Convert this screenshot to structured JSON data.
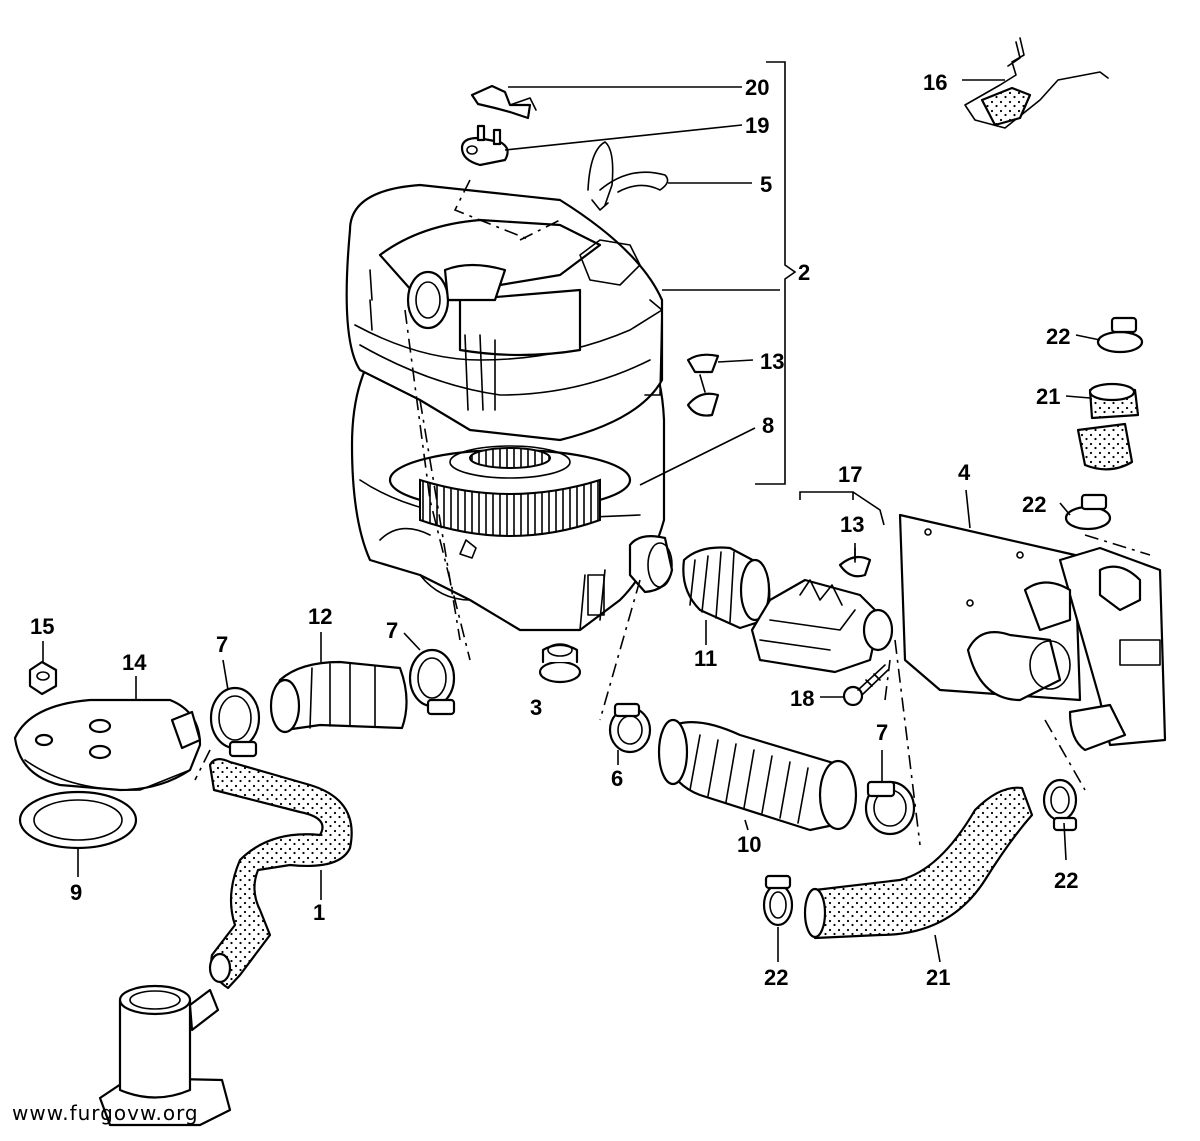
{
  "watermark": "www.furgovw.org",
  "labels": {
    "l1": "1",
    "l2": "2",
    "l3": "3",
    "l4": "4",
    "l5": "5",
    "l6": "6",
    "l7a": "7",
    "l7b": "7",
    "l7c": "7",
    "l8": "8",
    "l9": "9",
    "l10": "10",
    "l11": "11",
    "l12": "12",
    "l13a": "13",
    "l13b": "13",
    "l14": "14",
    "l15": "15",
    "l16": "16",
    "l17": "17",
    "l18": "18",
    "l19": "19",
    "l20": "20",
    "l21a": "21",
    "l21b": "21",
    "l22a": "22",
    "l22b": "22",
    "l22c": "22",
    "l22d": "22"
  }
}
